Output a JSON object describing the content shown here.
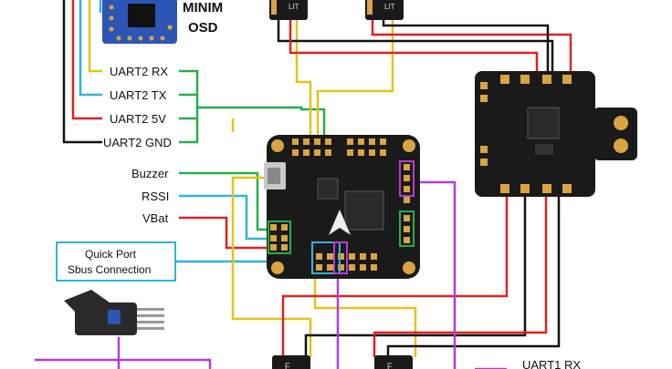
{
  "labels": {
    "osd_line1": "MINIM",
    "osd_line2": "OSD",
    "uart2_rx": "UART2 RX",
    "uart2_tx": "UART2 TX",
    "uart2_5v": "UART2 5V",
    "uart2_gnd": "UART2 GND",
    "buzzer": "Buzzer",
    "rssi": "RSSI",
    "vbat": "VBat",
    "quick_port_line1": "Quick Port",
    "quick_port_line2": "Sbus Connection",
    "uart1_rx": "UART1 RX"
  },
  "colors": {
    "yellow": "#e6c21a",
    "cyan": "#2fb6d6",
    "red": "#e02020",
    "black": "#111111",
    "green": "#22b04b",
    "purple": "#b43cd6",
    "board": "#1a1a1a",
    "pad": "#d9a441"
  },
  "components": {
    "esc_label": "LIT"
  }
}
